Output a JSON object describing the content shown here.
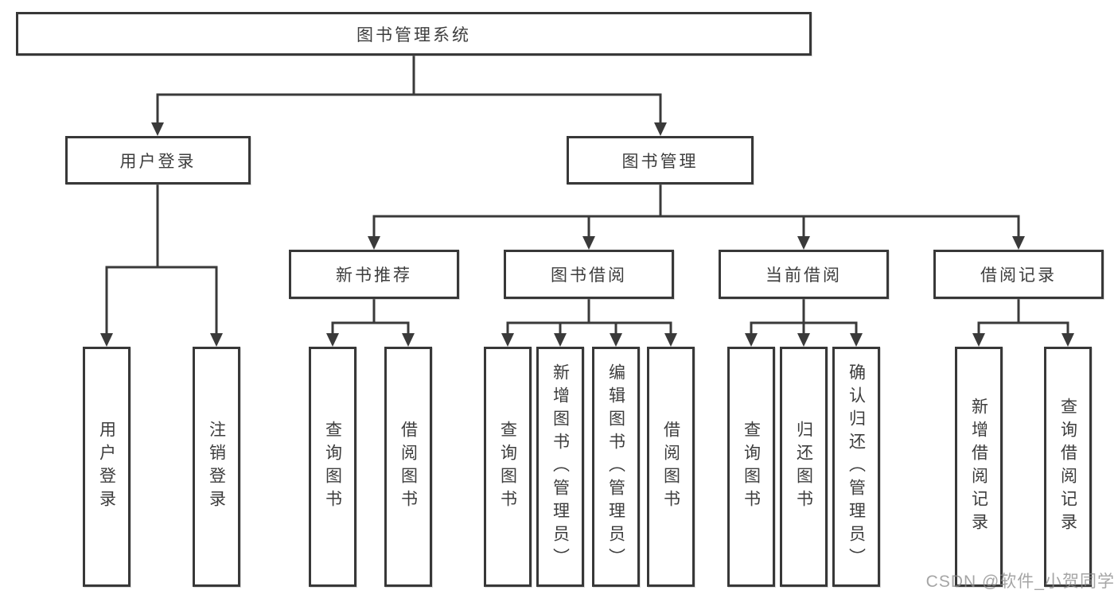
{
  "root": {
    "label": "图书管理系统"
  },
  "branches": [
    {
      "label": "用户登录",
      "children": [
        {
          "label": "用户登录"
        },
        {
          "label": "注销登录"
        }
      ]
    },
    {
      "label": "图书管理",
      "children": [
        {
          "label": "新书推荐",
          "children": [
            {
              "label": "查询图书"
            },
            {
              "label": "借阅图书"
            }
          ]
        },
        {
          "label": "图书借阅",
          "children": [
            {
              "label": "查询图书"
            },
            {
              "label": "新增图书（管理员）"
            },
            {
              "label": "编辑图书（管理员）"
            },
            {
              "label": "借阅图书"
            }
          ]
        },
        {
          "label": "当前借阅",
          "children": [
            {
              "label": "查询图书"
            },
            {
              "label": "归还图书"
            },
            {
              "label": "确认归还（管理员）"
            }
          ]
        },
        {
          "label": "借阅记录",
          "children": [
            {
              "label": "新增借阅记录"
            },
            {
              "label": "查询借阅记录"
            }
          ]
        }
      ]
    }
  ],
  "watermark": "CSDN @软件_小贺同学",
  "colors": {
    "line": "#3a3a3a",
    "border": "#383838",
    "text": "#3d3d3d",
    "watermark": "#8c8c8c",
    "background": "#ffffff"
  }
}
